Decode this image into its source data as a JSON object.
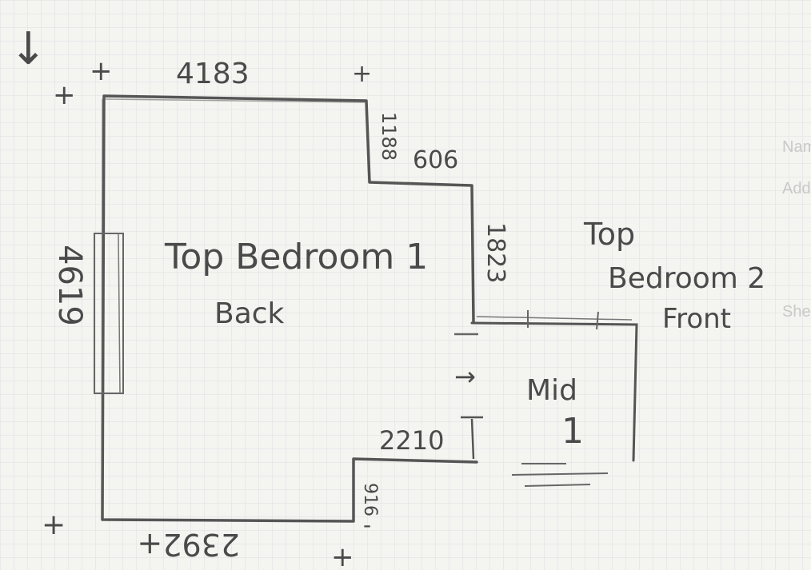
{
  "plan": {
    "arrow_mark": "↓",
    "rooms": {
      "top_bedroom_1": {
        "line1": "Top Bedroom 1",
        "line2": "Back"
      },
      "top_bedroom_2": {
        "line1": "Top",
        "line2": "Bedroom 2",
        "line3": "Front"
      },
      "mid_1": {
        "line1": "Mid",
        "line2": "1"
      }
    },
    "dimensions": {
      "top": "4183",
      "step_vertical": "1188",
      "step_horizontal": "606",
      "right_vertical": "1823",
      "left": "4619",
      "bottom": "2392+",
      "lower_step_horizontal": "2210",
      "lower_step_vertical": "916"
    },
    "marks": {
      "plus": "+",
      "flow_arrow": "→",
      "reverse_dash": "-"
    },
    "margin_text": {
      "name": "Nam",
      "address": "Add",
      "she": "She"
    },
    "colors": {
      "paper": "#f4f4f1",
      "grid": "#dde1e3",
      "pencil": "#4a4a4a",
      "faint": "#c9c9c7"
    }
  }
}
